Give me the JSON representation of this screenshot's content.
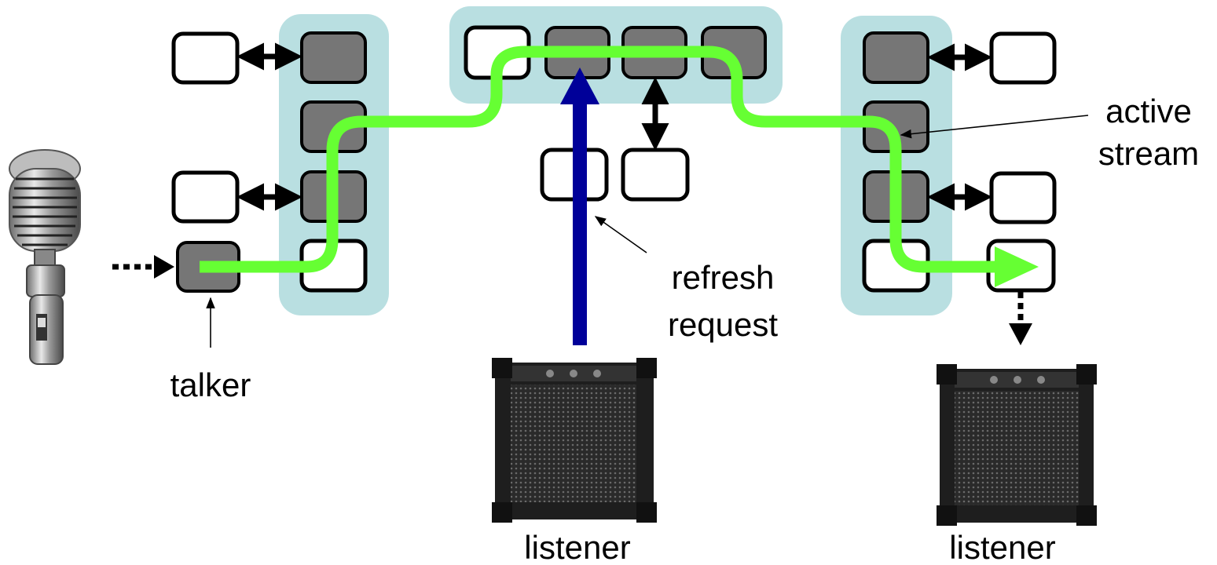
{
  "labels": {
    "talker": "talker",
    "refresh_request_line1": "refresh",
    "refresh_request_line2": "request",
    "active_stream_line1": "active",
    "active_stream_line2": "stream",
    "listener_center": "listener",
    "listener_right": "listener"
  },
  "colors": {
    "bridge_fill": "#b9dfe1",
    "active_port": "#767676",
    "stream_path": "#66ff33",
    "refresh_arrow": "#000099",
    "link_arrow": "#000000"
  },
  "icons": {
    "talker_device": "microphone-icon",
    "listener_device": "speaker-amp-icon"
  }
}
